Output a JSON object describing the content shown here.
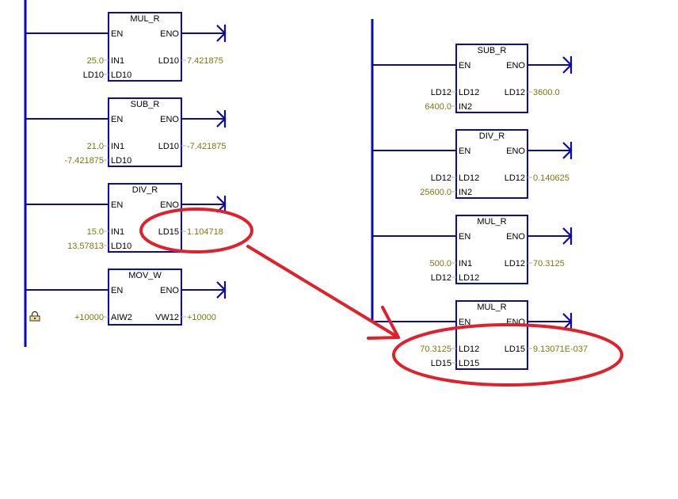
{
  "colors": {
    "rail": "#0a0ab0",
    "value_text": "#7a7a10",
    "annotation": "#e0202a"
  },
  "networks": [
    {
      "rungs": [
        {
          "block": "MUL_R",
          "en": "EN",
          "eno": "ENO",
          "inputs": [
            {
              "operand": "25.0",
              "is_value": true,
              "pin": "IN1"
            },
            {
              "operand": "LD10",
              "is_value": false,
              "pin": "LD10"
            }
          ],
          "output": {
            "pin": "LD10",
            "value": "7.421875"
          }
        },
        {
          "block": "SUB_R",
          "en": "EN",
          "eno": "ENO",
          "inputs": [
            {
              "operand": "21.0",
              "is_value": true,
              "pin": "IN1"
            },
            {
              "operand": "-7.421875",
              "is_value": true,
              "pin": "LD10"
            }
          ],
          "output": {
            "pin": "LD10",
            "value": "-7.421875"
          }
        },
        {
          "block": "DIV_R",
          "en": "EN",
          "eno": "ENO",
          "inputs": [
            {
              "operand": "15.0",
              "is_value": true,
              "pin": "IN1"
            },
            {
              "operand": "13.57813",
              "is_value": true,
              "pin": "LD10"
            }
          ],
          "output": {
            "pin": "LD15",
            "value": "1.104718"
          }
        },
        {
          "block": "MOV_W",
          "en": "EN",
          "eno": "ENO",
          "inputs": [
            {
              "operand": "+10000",
              "is_value": true,
              "pin": "AIW2"
            }
          ],
          "output": {
            "pin": "VW12",
            "value": "+10000"
          },
          "lock_icon": true
        }
      ]
    },
    {
      "rungs": [
        {
          "block": "SUB_R",
          "en": "EN",
          "eno": "ENO",
          "inputs": [
            {
              "operand": "LD12",
              "is_value": false,
              "pin": "LD12"
            },
            {
              "operand": "6400.0",
              "is_value": true,
              "pin": "IN2"
            }
          ],
          "output": {
            "pin": "LD12",
            "value": "3600.0"
          }
        },
        {
          "block": "DIV_R",
          "en": "EN",
          "eno": "ENO",
          "inputs": [
            {
              "operand": "LD12",
              "is_value": false,
              "pin": "LD12"
            },
            {
              "operand": "25600.0",
              "is_value": true,
              "pin": "IN2"
            }
          ],
          "output": {
            "pin": "LD12",
            "value": "0.140625"
          }
        },
        {
          "block": "MUL_R",
          "en": "EN",
          "eno": "ENO",
          "inputs": [
            {
              "operand": "500.0",
              "is_value": true,
              "pin": "IN1"
            },
            {
              "operand": "LD12",
              "is_value": false,
              "pin": "LD12"
            }
          ],
          "output": {
            "pin": "LD12",
            "value": "70.3125"
          }
        },
        {
          "block": "MUL_R",
          "en": "EN",
          "eno": "ENO",
          "inputs": [
            {
              "operand": "70.3125",
              "is_value": true,
              "pin": "LD12"
            },
            {
              "operand": "LD15",
              "is_value": false,
              "pin": "LD15"
            }
          ],
          "output": {
            "pin": "LD15",
            "value": "9.13071E-037"
          }
        }
      ]
    }
  ],
  "annotations": [
    {
      "type": "ellipse",
      "target": "network-1 DIV_R output LD15 = 1.104718"
    },
    {
      "type": "arrow",
      "from": "network-1 DIV_R output",
      "to": "network-2 last MUL_R"
    },
    {
      "type": "ellipse",
      "target": "network-2 MUL_R inputs/output LD15 = 9.13071E-037"
    }
  ]
}
